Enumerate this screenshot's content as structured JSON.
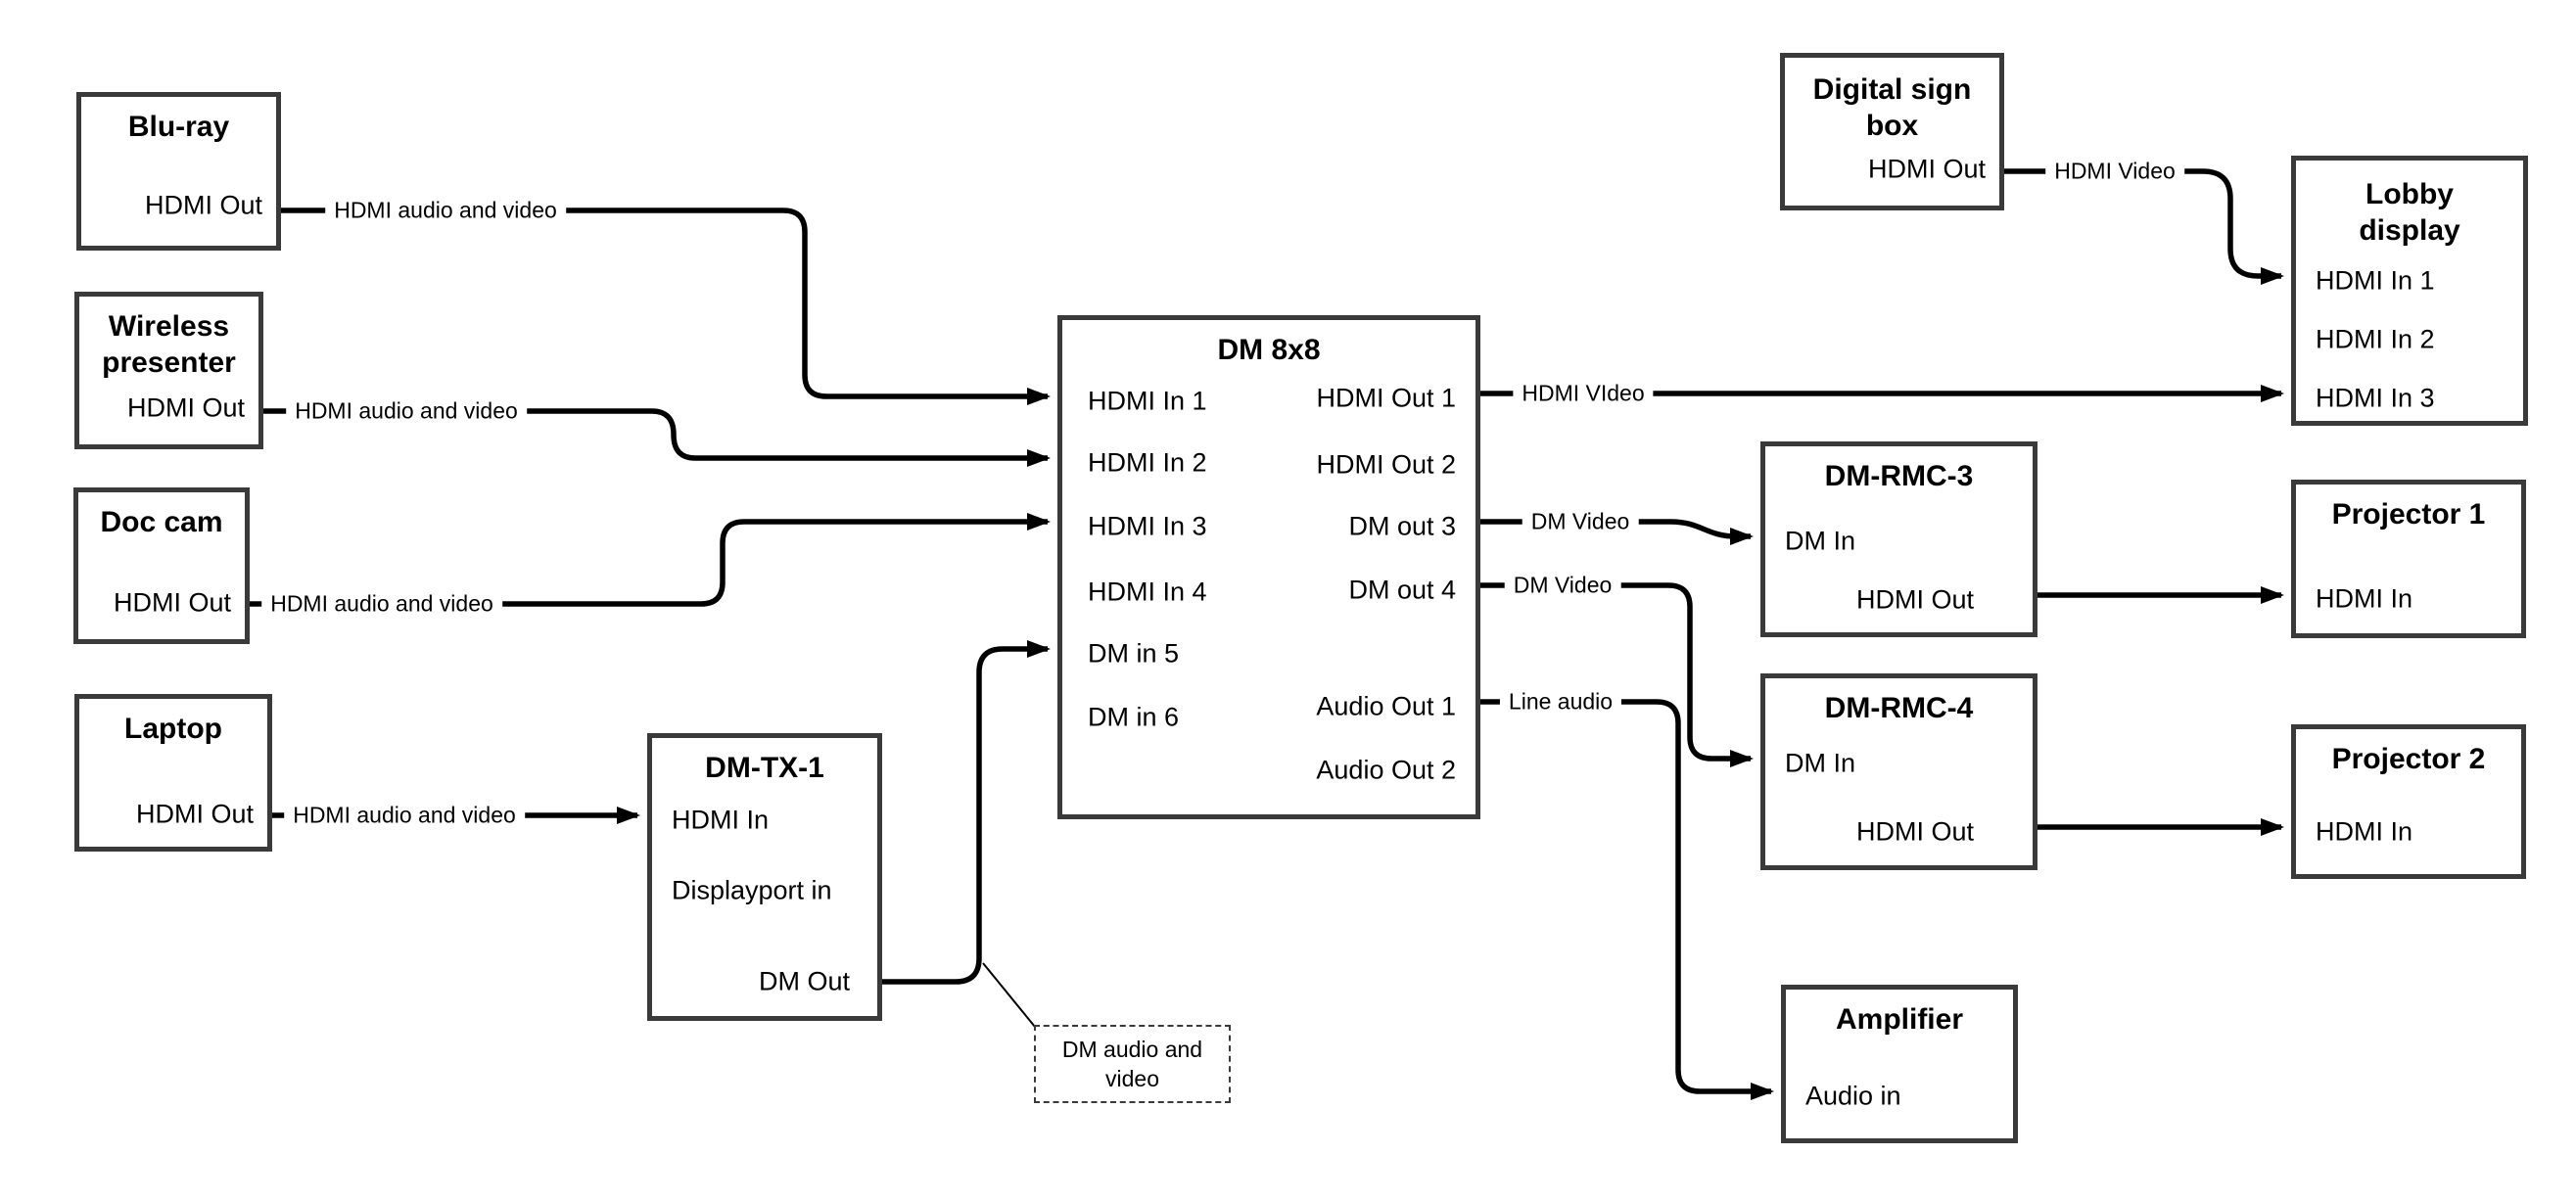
{
  "colors": {
    "background": "#ffffff",
    "box_border": "#3a3a3a",
    "line": "#000000",
    "text": "#000000"
  },
  "nodes": {
    "bluray": {
      "title": "Blu-ray",
      "ports": {
        "hdmi_out": "HDMI Out"
      }
    },
    "wireless_presenter": {
      "title": "Wireless presenter",
      "ports": {
        "hdmi_out": "HDMI Out"
      }
    },
    "doc_cam": {
      "title": "Doc cam",
      "ports": {
        "hdmi_out": "HDMI Out"
      }
    },
    "laptop": {
      "title": "Laptop",
      "ports": {
        "hdmi_out": "HDMI Out"
      }
    },
    "dm_tx_1": {
      "title": "DM-TX-1",
      "ports": {
        "hdmi_in": "HDMI In",
        "displayport_in": "Displayport in",
        "dm_out": "DM Out"
      }
    },
    "dm_8x8": {
      "title": "DM 8x8",
      "ports": {
        "hdmi_in_1": "HDMI In 1",
        "hdmi_in_2": "HDMI In 2",
        "hdmi_in_3": "HDMI In 3",
        "hdmi_in_4": "HDMI In 4",
        "dm_in_5": "DM in 5",
        "dm_in_6": "DM in 6",
        "hdmi_out_1": "HDMI Out 1",
        "hdmi_out_2": "HDMI Out 2",
        "dm_out_3": "DM out 3",
        "dm_out_4": "DM out 4",
        "audio_out_1": "Audio Out 1",
        "audio_out_2": "Audio Out 2"
      }
    },
    "digital_sign_box": {
      "title": "Digital sign box",
      "ports": {
        "hdmi_out": "HDMI Out"
      }
    },
    "lobby_display": {
      "title": "Lobby display",
      "ports": {
        "hdmi_in_1": "HDMI In 1",
        "hdmi_in_2": "HDMI In 2",
        "hdmi_in_3": "HDMI In 3"
      }
    },
    "dm_rmc_3": {
      "title": "DM-RMC-3",
      "ports": {
        "dm_in": "DM In",
        "hdmi_out": "HDMI Out"
      }
    },
    "dm_rmc_4": {
      "title": "DM-RMC-4",
      "ports": {
        "dm_in": "DM In",
        "hdmi_out": "HDMI Out"
      }
    },
    "projector_1": {
      "title": "Projector 1",
      "ports": {
        "hdmi_in": "HDMI In"
      }
    },
    "projector_2": {
      "title": "Projector 2",
      "ports": {
        "hdmi_in": "HDMI In"
      }
    },
    "amplifier": {
      "title": "Amplifier",
      "ports": {
        "audio_in": "Audio in"
      }
    }
  },
  "edge_labels": {
    "bluray_to_dm": "HDMI audio and video",
    "wireless_to_dm": "HDMI audio and video",
    "doccam_to_dm": "HDMI audio and video",
    "laptop_to_tx": "HDMI audio and video",
    "dm_to_lobby": "HDMI VIdeo",
    "dm_to_rmc3": "DM Video",
    "dm_to_rmc4": "DM Video",
    "dm_to_amp": "Line audio",
    "sign_to_lobby": "HDMI Video"
  },
  "note": {
    "text": "DM audio and video"
  }
}
